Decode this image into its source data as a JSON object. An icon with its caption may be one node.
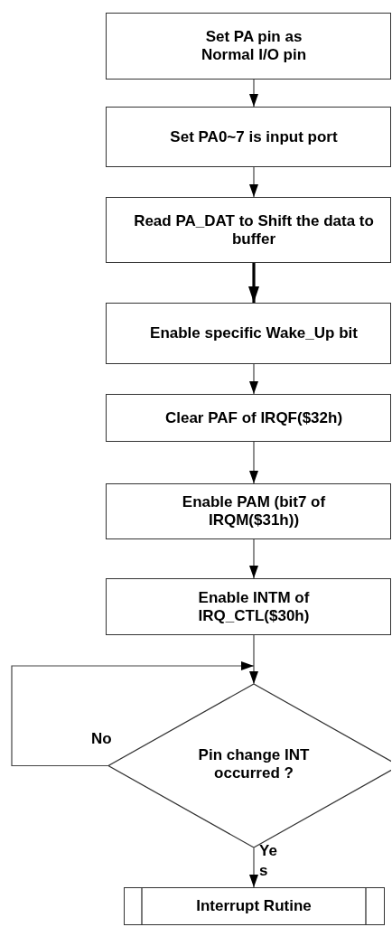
{
  "diagram": {
    "nodes": [
      {
        "text": [
          "Set PA pin as Normal I/O pin"
        ]
      },
      {
        "text": [
          "Set PA0~7 is input port"
        ]
      },
      {
        "text": [
          "Read PA_DAT to Shift the data to buffer"
        ]
      },
      {
        "text": [
          "Enable specific Wake_Up bit"
        ]
      },
      {
        "text": [
          "Clear PAF of IRQF($32h)"
        ]
      },
      {
        "text": [
          "Enable PAM (bit7 of IRQM($31h))"
        ]
      },
      {
        "text": [
          "Enable INTM of IRQ_CTL($30h)"
        ]
      },
      {
        "text": [
          "Pin change INT occurred ?"
        ]
      },
      {
        "text": [
          "Interrupt Rutine"
        ]
      }
    ],
    "edges": [
      {
        "from": 0,
        "to": 1,
        "arrow": "to"
      },
      {
        "from": 1,
        "to": 2,
        "arrow": "to"
      },
      {
        "from": 2,
        "to": 3,
        "arrow": "to",
        "style": "thick"
      },
      {
        "from": 3,
        "to": 4,
        "arrow": "to"
      },
      {
        "from": 4,
        "to": 5,
        "arrow": "to"
      },
      {
        "from": 5,
        "to": 6,
        "arrow": "to"
      },
      {
        "from": 6,
        "to": 7,
        "arrow": "to"
      },
      {
        "from": 7,
        "to": 7,
        "arrow": "to",
        "label": "No"
      },
      {
        "from": 7,
        "to": 8,
        "arrow": "to",
        "label": "Yes"
      }
    ]
  }
}
